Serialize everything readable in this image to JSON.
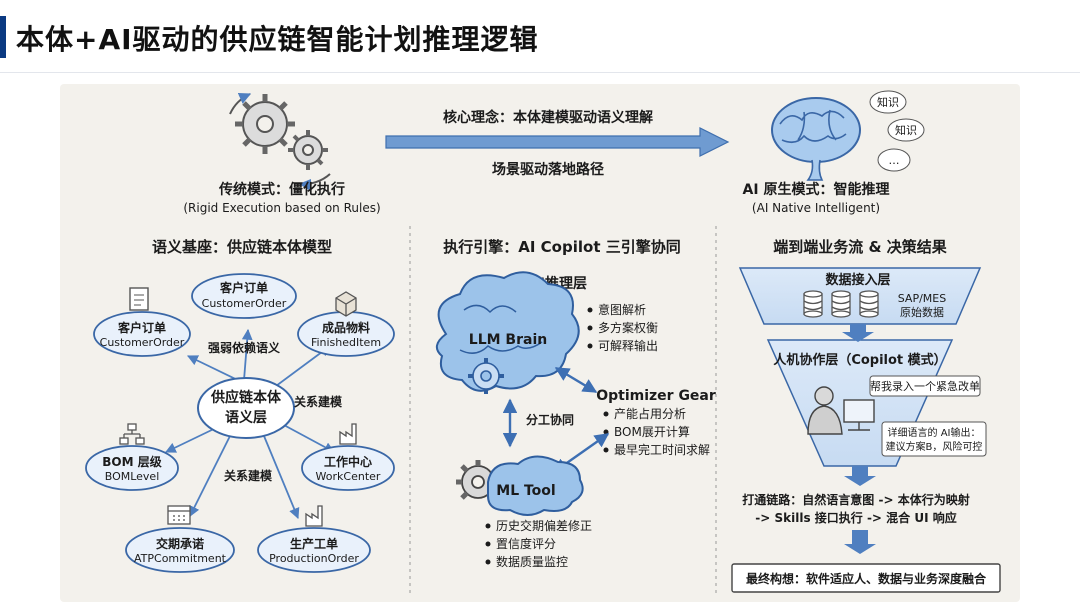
{
  "page_title": "本体+AI驱动的供应链智能计划推理逻辑",
  "top": {
    "concept": "核心理念：本体建模驱动语义理解",
    "path": "场景驱动落地路径",
    "left_title": "传统模式：僵化执行",
    "left_sub": "(Rigid Execution based on Rules)",
    "right_title": "AI 原生模式：智能推理",
    "right_sub": "(AI Native Intelligent)",
    "bubbles": [
      "知识",
      "知识",
      "…"
    ]
  },
  "sections": {
    "left": "语义基座：供应链本体模型",
    "middle": "执行引擎：AI Copilot 三引擎协同",
    "right": "端到端业务流 & 决策结果"
  },
  "ontology": {
    "center": [
      "供应链本体",
      "语义层"
    ],
    "nodes": [
      {
        "zh": "客户订单",
        "en": "CustomerOrder"
      },
      {
        "zh": "客户订单",
        "en": "CustomerOrder"
      },
      {
        "zh": "成品物料",
        "en": "FinishedItem"
      },
      {
        "zh": "BOM 层级",
        "en": "BOMLevel"
      },
      {
        "zh": "工作中心",
        "en": "WorkCenter"
      },
      {
        "zh": "交期承诺",
        "en": "ATPCommitment"
      },
      {
        "zh": "生产工单",
        "en": "ProductionOrder"
      }
    ],
    "labels": [
      "强弱依赖语义",
      "关系建模",
      "关系建模"
    ]
  },
  "engine": {
    "layer": "AI推理层",
    "llm": "LLM Brain",
    "llm_points": [
      "意图解析",
      "多方案权衡",
      "可解释输出"
    ],
    "optimizer": "Optimizer Gear",
    "optimizer_points": [
      "产能占用分析",
      "BOM展开计算",
      "最早完工时间求解"
    ],
    "ml": "ML Tool",
    "ml_points": [
      "历史交期偏差修正",
      "置信度评分",
      "数据质量监控"
    ],
    "collab": "分工协同"
  },
  "flow": {
    "data_layer": "数据接入层",
    "data_src": [
      "SAP/MES",
      "原始数据"
    ],
    "human_layer": "人机协作层（Copilot 模式）",
    "chat_user": "帮我录入一个紧急改单",
    "chat_ai": [
      "详细语言的 AI输出：",
      "建议方案B，风险可控"
    ],
    "link": [
      "打通链路：自然语言意图 -> 本体行为映射",
      "-> Skills 接口执行 -> 混合 UI 响应"
    ],
    "final": "最终构想：软件适应人、数据与业务深度融合"
  },
  "colors": {
    "accent": "#0b3a82",
    "arrow": "#4f7fc0",
    "funnel": "#d3e3f6",
    "node_fill": "#e9f1fb",
    "panel": "#f3f1ec"
  }
}
